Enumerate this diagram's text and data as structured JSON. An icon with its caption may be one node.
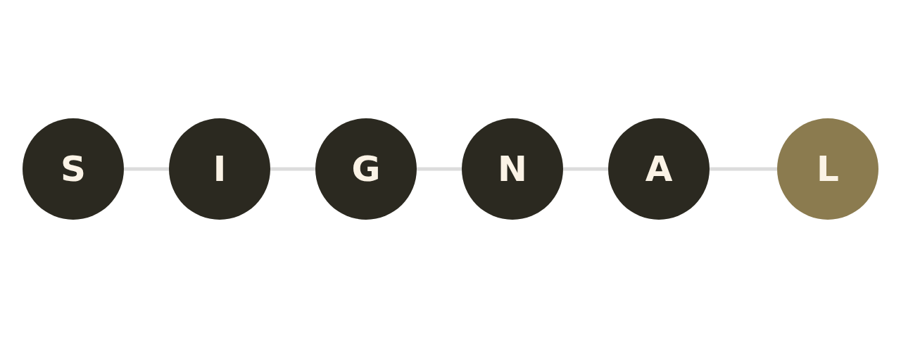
{
  "diagram": {
    "nodes": [
      {
        "text": [
          "S"
        ]
      },
      {
        "text": [
          "I"
        ]
      },
      {
        "text": [
          "G"
        ]
      },
      {
        "text": [
          "N"
        ]
      },
      {
        "text": [
          "A"
        ]
      },
      {
        "text": [
          "L"
        ]
      }
    ],
    "edges": [
      {
        "from": 0,
        "to": 1,
        "arrow": "none"
      },
      {
        "from": 1,
        "to": 2,
        "arrow": "none"
      },
      {
        "from": 2,
        "to": 3,
        "arrow": "none"
      },
      {
        "from": 3,
        "to": 4,
        "arrow": "none"
      },
      {
        "from": 4,
        "to": 5,
        "arrow": "none"
      }
    ]
  }
}
